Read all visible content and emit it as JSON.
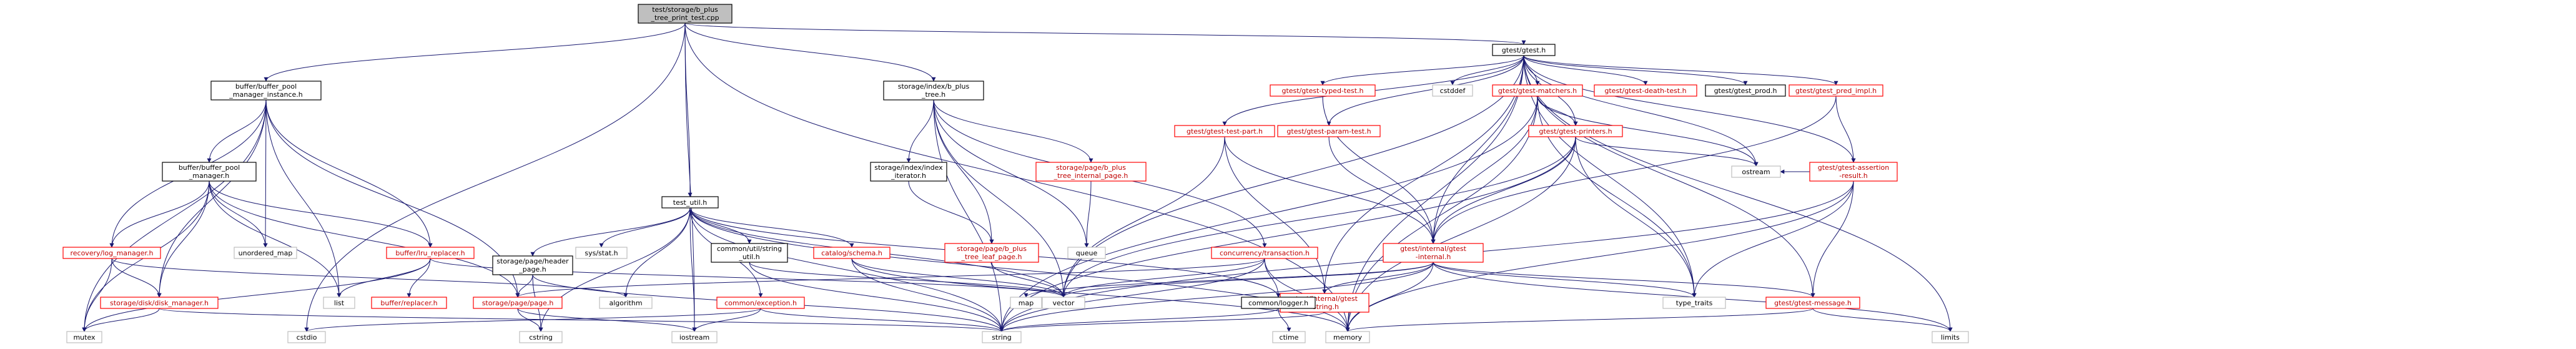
{
  "colors": {
    "root_fill": "#bfbfbf",
    "root_border": "#000000",
    "documented_border": "#000000",
    "missing_border": "#ff0000",
    "external_border": "#bfbfbf",
    "node_fill": "#ffffff",
    "label_dark": "#000000",
    "label_red": "#c00000",
    "edge": "#191970"
  },
  "nodes": [
    {
      "id": "root",
      "kind": "root",
      "lines": [
        "test/storage/b_plus",
        "_tree_print_test.cpp"
      ]
    },
    {
      "id": "bpim",
      "kind": "doc",
      "lines": [
        "buffer/buffer_pool",
        "_manager_instance.h"
      ]
    },
    {
      "id": "bpt",
      "kind": "doc",
      "lines": [
        "storage/index/b_plus",
        "_tree.h"
      ]
    },
    {
      "id": "gtest",
      "kind": "doc",
      "lines": [
        "gtest/gtest.h"
      ]
    },
    {
      "id": "testutil",
      "kind": "doc",
      "lines": [
        "test_util.h"
      ]
    },
    {
      "id": "bpm",
      "kind": "doc",
      "lines": [
        "buffer/buffer_pool",
        "_manager.h"
      ]
    },
    {
      "id": "indexiter",
      "kind": "doc",
      "lines": [
        "storage/index/index",
        "_iterator.h"
      ]
    },
    {
      "id": "bptip",
      "kind": "missing",
      "lines": [
        "storage/page/b_plus",
        "_tree_internal_page.h"
      ]
    },
    {
      "id": "gtp",
      "kind": "missing",
      "lines": [
        "gtest/gtest-test-part.h"
      ]
    },
    {
      "id": "gpt",
      "kind": "missing",
      "lines": [
        "gtest/gtest-param-test.h"
      ]
    },
    {
      "id": "gtt",
      "kind": "missing",
      "lines": [
        "gtest/gtest-typed-test.h"
      ]
    },
    {
      "id": "cstddef",
      "kind": "ext",
      "lines": [
        "cstddef"
      ]
    },
    {
      "id": "gmatch",
      "kind": "missing",
      "lines": [
        "gtest/gtest-matchers.h"
      ]
    },
    {
      "id": "gdeath",
      "kind": "missing",
      "lines": [
        "gtest/gtest-death-test.h"
      ]
    },
    {
      "id": "gprod",
      "kind": "doc",
      "lines": [
        "gtest/gtest_prod.h"
      ]
    },
    {
      "id": "gpred",
      "kind": "missing",
      "lines": [
        "gtest/gtest_pred_impl.h"
      ]
    },
    {
      "id": "recovery",
      "kind": "missing",
      "lines": [
        "recovery/log_manager.h"
      ]
    },
    {
      "id": "unordered",
      "kind": "ext",
      "lines": [
        "unordered_map"
      ]
    },
    {
      "id": "lru",
      "kind": "missing",
      "lines": [
        "buffer/lru_replacer.h"
      ]
    },
    {
      "id": "syspage",
      "kind": "doc",
      "lines": [
        "storage/page/header",
        "_page.h"
      ]
    },
    {
      "id": "sysstat",
      "kind": "ext",
      "lines": [
        "sys/stat.h"
      ]
    },
    {
      "id": "strutil",
      "kind": "doc",
      "lines": [
        "common/util/string",
        "_util.h"
      ]
    },
    {
      "id": "schema",
      "kind": "missing",
      "lines": [
        "catalog/schema.h"
      ]
    },
    {
      "id": "bptlp",
      "kind": "missing",
      "lines": [
        "storage/page/b_plus",
        "_tree_leaf_page.h"
      ]
    },
    {
      "id": "queue",
      "kind": "ext",
      "lines": [
        "queue"
      ]
    },
    {
      "id": "txn",
      "kind": "missing",
      "lines": [
        "concurrency/transaction.h"
      ]
    },
    {
      "id": "gprinters",
      "kind": "missing",
      "lines": [
        "gtest/gtest-printers.h"
      ]
    },
    {
      "id": "gassert",
      "kind": "missing",
      "lines": [
        "gtest/gtest-assertion",
        "-result.h"
      ]
    },
    {
      "id": "ginternal",
      "kind": "missing",
      "lines": [
        "gtest/internal/gtest",
        "-internal.h"
      ]
    },
    {
      "id": "algorithm",
      "kind": "ext",
      "lines": [
        "algorithm"
      ]
    },
    {
      "id": "list",
      "kind": "ext",
      "lines": [
        "list"
      ]
    },
    {
      "id": "replacer",
      "kind": "missing",
      "lines": [
        "buffer/replacer.h"
      ]
    },
    {
      "id": "diskmgr",
      "kind": "missing",
      "lines": [
        "storage/disk/disk_manager.h"
      ]
    },
    {
      "id": "page",
      "kind": "missing",
      "lines": [
        "storage/page/page.h"
      ]
    },
    {
      "id": "exception",
      "kind": "missing",
      "lines": [
        "common/exception.h"
      ]
    },
    {
      "id": "map",
      "kind": "ext",
      "lines": [
        "map"
      ]
    },
    {
      "id": "vector",
      "kind": "ext",
      "lines": [
        "vector"
      ]
    },
    {
      "id": "gistring",
      "kind": "missing",
      "lines": [
        "gtest/internal/gtest",
        "-string.h"
      ]
    },
    {
      "id": "logger",
      "kind": "doc",
      "lines": [
        "common/logger.h"
      ]
    },
    {
      "id": "typetraits",
      "kind": "ext",
      "lines": [
        "type_traits"
      ]
    },
    {
      "id": "gmessage",
      "kind": "missing",
      "lines": [
        "gtest/gtest-message.h"
      ]
    },
    {
      "id": "ostream",
      "kind": "ext",
      "lines": [
        "ostream"
      ]
    },
    {
      "id": "mutex",
      "kind": "ext",
      "lines": [
        "mutex"
      ]
    },
    {
      "id": "cstdio",
      "kind": "ext",
      "lines": [
        "cstdio"
      ]
    },
    {
      "id": "cstring",
      "kind": "ext",
      "lines": [
        "cstring"
      ]
    },
    {
      "id": "iostream",
      "kind": "ext",
      "lines": [
        "iostream"
      ]
    },
    {
      "id": "string",
      "kind": "ext",
      "lines": [
        "string"
      ]
    },
    {
      "id": "memory",
      "kind": "ext",
      "lines": [
        "memory"
      ]
    },
    {
      "id": "ctime",
      "kind": "ext",
      "lines": [
        "ctime"
      ]
    },
    {
      "id": "limits",
      "kind": "ext",
      "lines": [
        "limits"
      ]
    }
  ],
  "edges": [
    [
      "root",
      "bpim"
    ],
    [
      "root",
      "bpt"
    ],
    [
      "root",
      "gtest"
    ],
    [
      "root",
      "testutil"
    ],
    [
      "root",
      "iostream"
    ],
    [
      "root",
      "cstdio"
    ],
    [
      "root",
      "memory"
    ],
    [
      "bpim",
      "bpm"
    ],
    [
      "bpim",
      "recovery"
    ],
    [
      "bpim",
      "lru"
    ],
    [
      "bpim",
      "diskmgr"
    ],
    [
      "bpim",
      "page"
    ],
    [
      "bpim",
      "list"
    ],
    [
      "bpim",
      "unordered"
    ],
    [
      "bpim",
      "mutex"
    ],
    [
      "bpm",
      "recovery"
    ],
    [
      "bpm",
      "lru"
    ],
    [
      "bpm",
      "diskmgr"
    ],
    [
      "bpm",
      "page"
    ],
    [
      "bpm",
      "list"
    ],
    [
      "bpm",
      "unordered"
    ],
    [
      "bpm",
      "mutex"
    ],
    [
      "recovery",
      "diskmgr"
    ],
    [
      "recovery",
      "algorithm"
    ],
    [
      "recovery",
      "mutex"
    ],
    [
      "lru",
      "replacer"
    ],
    [
      "lru",
      "list"
    ],
    [
      "lru",
      "mutex"
    ],
    [
      "lru",
      "vector"
    ],
    [
      "diskmgr",
      "mutex"
    ],
    [
      "diskmgr",
      "string"
    ],
    [
      "page",
      "cstring"
    ],
    [
      "page",
      "iostream"
    ],
    [
      "bpt",
      "indexiter"
    ],
    [
      "bpt",
      "bptip"
    ],
    [
      "bpt",
      "bptlp"
    ],
    [
      "bpt",
      "queue"
    ],
    [
      "bpt",
      "string"
    ],
    [
      "bpt",
      "vector"
    ],
    [
      "bpt",
      "txn"
    ],
    [
      "indexiter",
      "bptlp"
    ],
    [
      "bptip",
      "queue"
    ],
    [
      "bptlp",
      "vector"
    ],
    [
      "testutil",
      "syspage"
    ],
    [
      "testutil",
      "sysstat"
    ],
    [
      "testutil",
      "strutil"
    ],
    [
      "testutil",
      "schema"
    ],
    [
      "testutil",
      "exception"
    ],
    [
      "testutil",
      "algorithm"
    ],
    [
      "testutil",
      "cstring"
    ],
    [
      "testutil",
      "iostream"
    ],
    [
      "testutil",
      "string"
    ],
    [
      "testutil",
      "vector"
    ],
    [
      "testutil",
      "logger"
    ],
    [
      "testutil",
      "memory"
    ],
    [
      "syspage",
      "page"
    ],
    [
      "syspage",
      "cstring"
    ],
    [
      "syspage",
      "string"
    ],
    [
      "strutil",
      "string"
    ],
    [
      "strutil",
      "vector"
    ],
    [
      "schema",
      "string"
    ],
    [
      "schema",
      "vector"
    ],
    [
      "schema",
      "memory"
    ],
    [
      "exception",
      "cstdio"
    ],
    [
      "exception",
      "iostream"
    ],
    [
      "exception",
      "string"
    ],
    [
      "txn",
      "logger"
    ],
    [
      "txn",
      "page"
    ],
    [
      "txn",
      "string"
    ],
    [
      "txn",
      "memory"
    ],
    [
      "txn",
      "vector"
    ],
    [
      "logger",
      "string"
    ],
    [
      "logger",
      "ctime"
    ],
    [
      "gtest",
      "gtp"
    ],
    [
      "gtest",
      "gpt"
    ],
    [
      "gtest",
      "gtt"
    ],
    [
      "gtest",
      "cstddef"
    ],
    [
      "gtest",
      "gmatch"
    ],
    [
      "gtest",
      "gdeath"
    ],
    [
      "gtest",
      "gprod"
    ],
    [
      "gtest",
      "gpred"
    ],
    [
      "gtest",
      "gassert"
    ],
    [
      "gtest",
      "gprinters"
    ],
    [
      "gtest",
      "ginternal"
    ],
    [
      "gtest",
      "gistring"
    ],
    [
      "gtest",
      "gmessage"
    ],
    [
      "gtest",
      "ostream"
    ],
    [
      "gtest",
      "limits"
    ],
    [
      "gtest",
      "memory"
    ],
    [
      "gtest",
      "typetraits"
    ],
    [
      "gtest",
      "vector"
    ],
    [
      "gtp",
      "ginternal"
    ],
    [
      "gtp",
      "gistring"
    ],
    [
      "gtp",
      "vector"
    ],
    [
      "gtp",
      "iosfwd_skip"
    ],
    [
      "gpt",
      "ginternal"
    ],
    [
      "gtt",
      "ginternal"
    ],
    [
      "gmatch",
      "gprinters"
    ],
    [
      "gmatch",
      "ginternal"
    ],
    [
      "gmatch",
      "memory"
    ],
    [
      "gmatch",
      "ostream"
    ],
    [
      "gmatch",
      "string"
    ],
    [
      "gmatch",
      "typetraits"
    ],
    [
      "gpred",
      "gassert"
    ],
    [
      "gpred",
      "ginternal"
    ],
    [
      "gassert",
      "gmessage"
    ],
    [
      "gassert",
      "ostream"
    ],
    [
      "gassert",
      "string"
    ],
    [
      "gassert",
      "typetraits"
    ],
    [
      "gassert",
      "memory"
    ],
    [
      "gprinters",
      "ginternal"
    ],
    [
      "gprinters",
      "ostream"
    ],
    [
      "gprinters",
      "string"
    ],
    [
      "gprinters",
      "memory"
    ],
    [
      "gprinters",
      "vector"
    ],
    [
      "gprinters",
      "typetraits"
    ],
    [
      "ginternal",
      "gmessage"
    ],
    [
      "ginternal",
      "gistring"
    ],
    [
      "ginternal",
      "map"
    ],
    [
      "ginternal",
      "vector"
    ],
    [
      "ginternal",
      "string"
    ],
    [
      "ginternal",
      "typetraits"
    ],
    [
      "ginternal",
      "limits"
    ],
    [
      "ginternal",
      "memory"
    ],
    [
      "gistring",
      "string"
    ],
    [
      "gmessage",
      "limits"
    ],
    [
      "gmessage",
      "memory"
    ]
  ]
}
